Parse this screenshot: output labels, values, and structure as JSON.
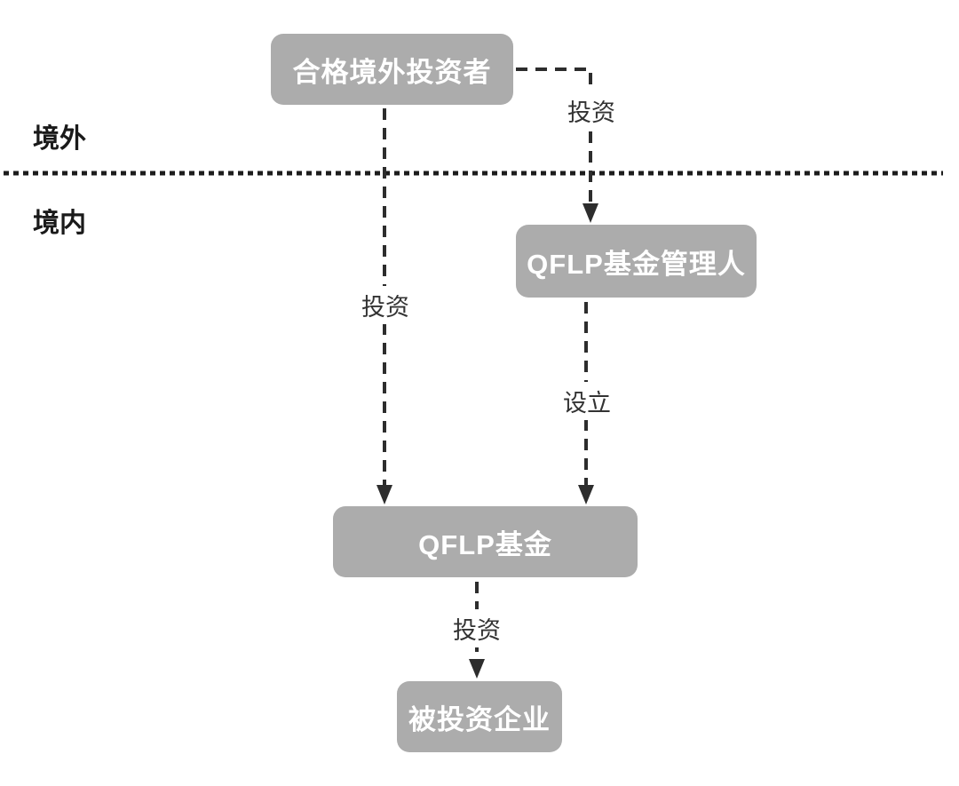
{
  "diagram": {
    "title_hint": "QFLP structure flow diagram",
    "regions": {
      "offshore": "境外",
      "onshore": "境内"
    },
    "nodes": {
      "qualified_foreign_investor": "合格境外投资者",
      "qflp_fund_manager": "QFLP基金管理人",
      "qflp_fund": "QFLP基金",
      "invested_enterprise": "被投资企业"
    },
    "edges": {
      "investor_to_manager_label": "投资",
      "investor_to_fund_label": "投资",
      "manager_to_fund_label": "设立",
      "fund_to_enterprise_label": "投资"
    },
    "colors": {
      "background": "#FFFFFF",
      "node_fill": "#ACACAC",
      "node_text": "#FFFFFF",
      "arrow_line": "#2D2D2D",
      "border_divider": "#1C1C1C",
      "edge_label_text": "#333333",
      "region_label_text": "#1A1A1A"
    }
  }
}
